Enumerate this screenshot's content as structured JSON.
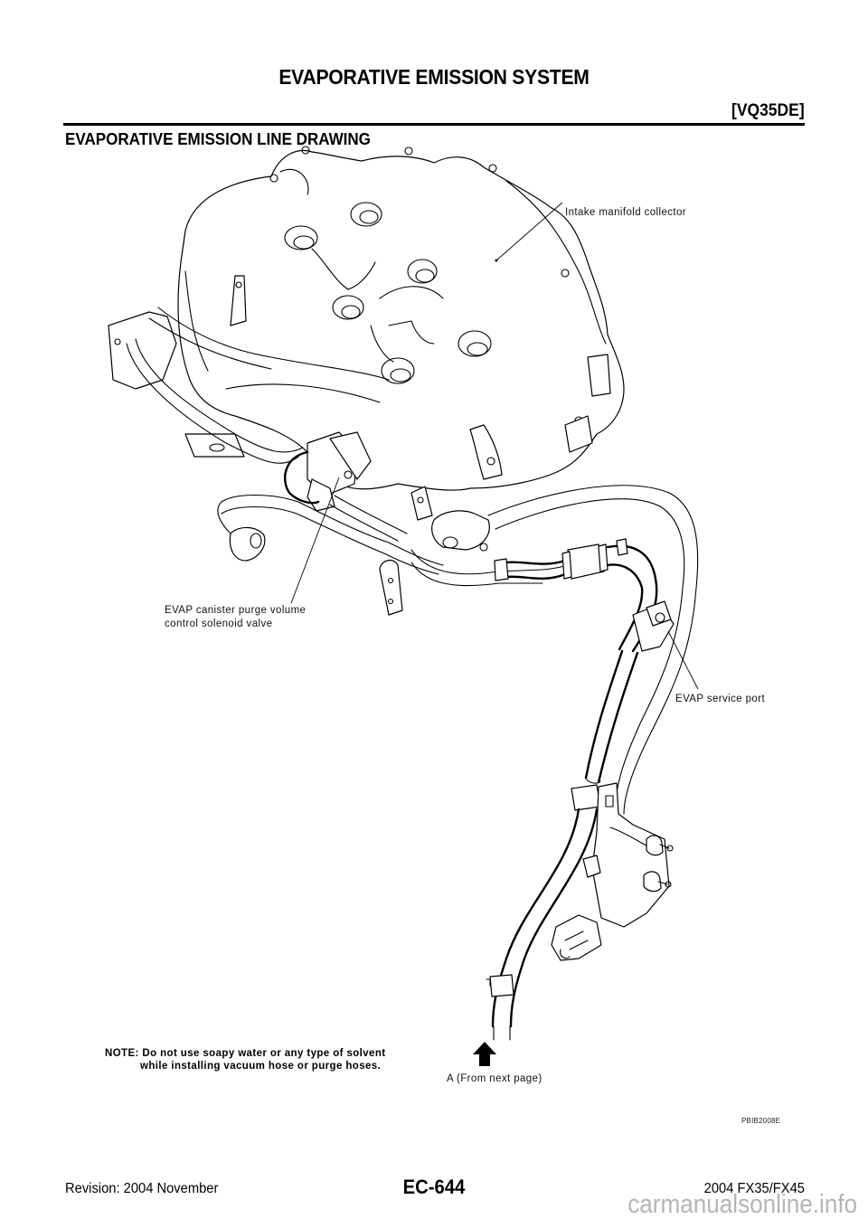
{
  "header": {
    "title": "EVAPORATIVE EMISSION SYSTEM",
    "engine_code": "[VQ35DE]"
  },
  "section": {
    "title": "EVAPORATIVE EMISSION LINE DRAWING"
  },
  "figure": {
    "labels": {
      "intake_manifold_collector": "Intake manifold collector",
      "purge_valve_line1": "EVAP canister purge volume",
      "purge_valve_line2": "control solenoid valve",
      "service_port": "EVAP service port",
      "from_next_page": "A (From next page)"
    },
    "note_line1": "NOTE: Do not use soapy water or any type of solvent",
    "note_line2": "while installing vacuum hose or purge hoses.",
    "figure_id": "PBIB2008E",
    "arrow_icon": "up-arrow"
  },
  "footer": {
    "revision": "Revision: 2004 November",
    "page_number": "EC-644",
    "model": "2004 FX35/FX45"
  },
  "watermark": "carmanualsonline.info"
}
